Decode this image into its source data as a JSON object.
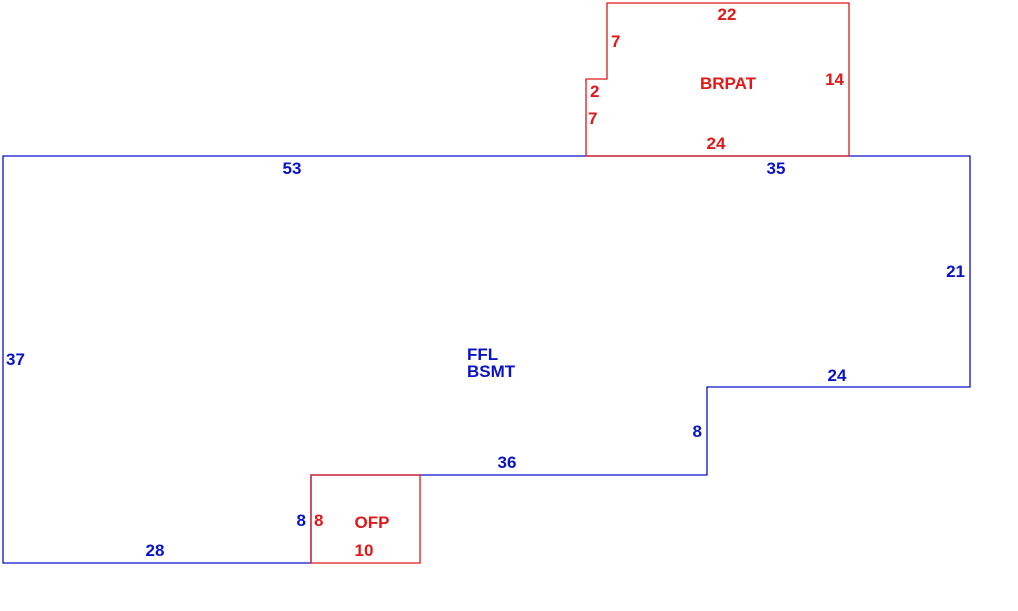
{
  "colors": {
    "main": "#0a12c8",
    "addon": "#e01818",
    "background": "#ffffff"
  },
  "main_area": {
    "label_line1": "FFL",
    "label_line2": "BSMT",
    "dims": {
      "top_left": "53",
      "top_right": "35",
      "right": "21",
      "step_top": "24",
      "step_side": "8",
      "mid": "36",
      "notch_side": "8",
      "bottom": "28",
      "left": "37"
    }
  },
  "patio": {
    "label": "BRPAT",
    "dims": {
      "top": "22",
      "right": "14",
      "bottom": "24",
      "left_upper": "7",
      "jog": "2",
      "left_lower": "7"
    }
  },
  "porch": {
    "label": "OFP",
    "dims": {
      "left": "8",
      "bottom": "10"
    }
  }
}
